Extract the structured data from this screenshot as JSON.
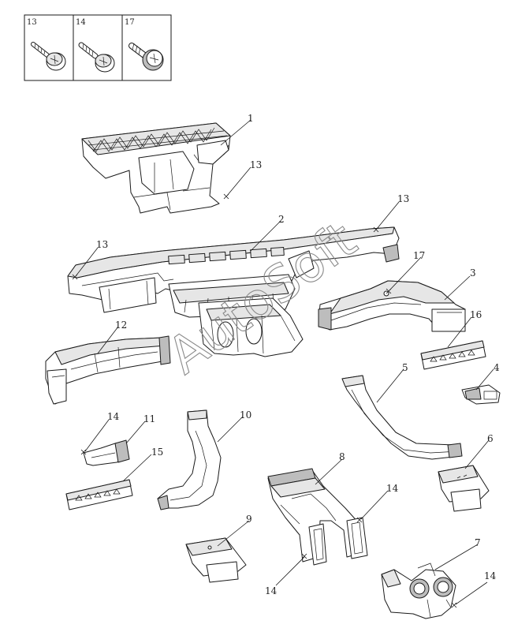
{
  "legend": {
    "screws": [
      {
        "number": "13",
        "icon": "pan-head-screw-icon"
      },
      {
        "number": "14",
        "icon": "pan-head-screw-icon"
      },
      {
        "number": "17",
        "icon": "flange-head-screw-icon"
      }
    ]
  },
  "callouts": {
    "p1": "1",
    "p2": "2",
    "p3": "3",
    "p4": "4",
    "p5": "5",
    "p6": "6",
    "p7": "7",
    "p8": "8",
    "p9": "9",
    "p10": "10",
    "p11": "11",
    "p12": "12",
    "s13a": "13",
    "s13b": "13",
    "s13c": "13",
    "s14a": "14",
    "s14b": "14",
    "s14c": "14",
    "s14d": "14",
    "p15": "15",
    "p16": "16",
    "s17": "17"
  },
  "watermark": "AutoSoft"
}
